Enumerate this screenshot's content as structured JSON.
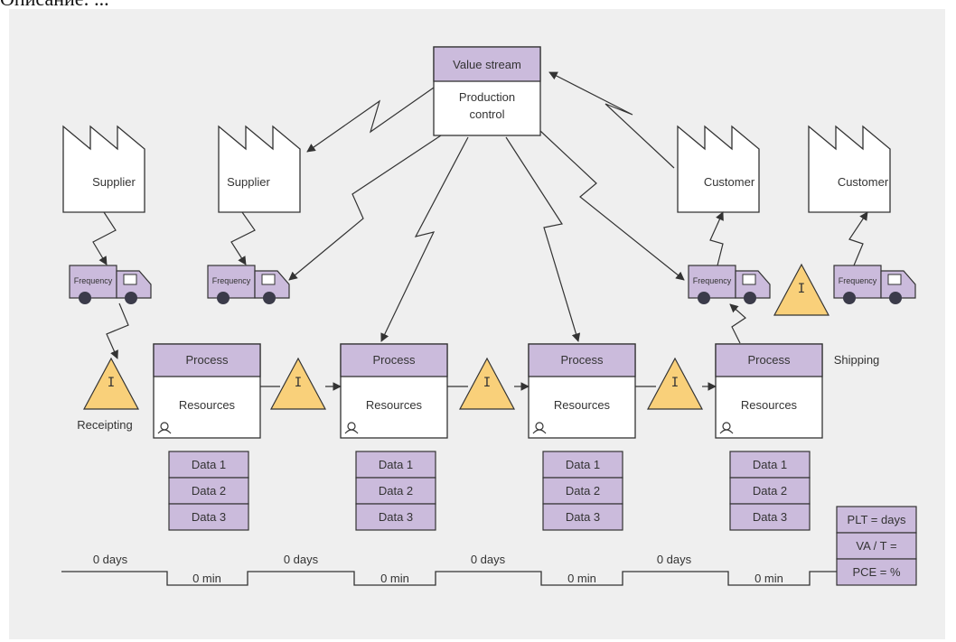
{
  "top_text": "Описание: ...",
  "colors": {
    "background": "#efefef",
    "box_fill": "#ffffff",
    "header_fill": "#cbbbdc",
    "inventory_fill": "#f9d07a",
    "stroke": "#333333"
  },
  "control": {
    "title": "Value stream",
    "label": "Production control"
  },
  "suppliers": [
    "Supplier",
    "Supplier"
  ],
  "customers": [
    "Customer",
    "Customer"
  ],
  "truck_label": "Frequency",
  "inventory_symbol": "I",
  "receipting_label": "Receipting",
  "shipping_label": "Shipping",
  "processes": [
    {
      "title": "Process",
      "resources": "Resources",
      "data": [
        "Data 1",
        "Data 2",
        "Data 3"
      ]
    },
    {
      "title": "Process",
      "resources": "Resources",
      "data": [
        "Data 1",
        "Data 2",
        "Data 3"
      ]
    },
    {
      "title": "Process",
      "resources": "Resources",
      "data": [
        "Data 1",
        "Data 2",
        "Data 3"
      ]
    },
    {
      "title": "Process",
      "resources": "Resources",
      "data": [
        "Data 1",
        "Data 2",
        "Data 3"
      ]
    }
  ],
  "timeline": {
    "days": [
      "0 days",
      "0 days",
      "0 days",
      "0 days"
    ],
    "mins": [
      "0 min",
      "0 min",
      "0 min",
      "0 min"
    ]
  },
  "summary": [
    "PLT = days",
    "VA / T =",
    "PCE = %"
  ]
}
